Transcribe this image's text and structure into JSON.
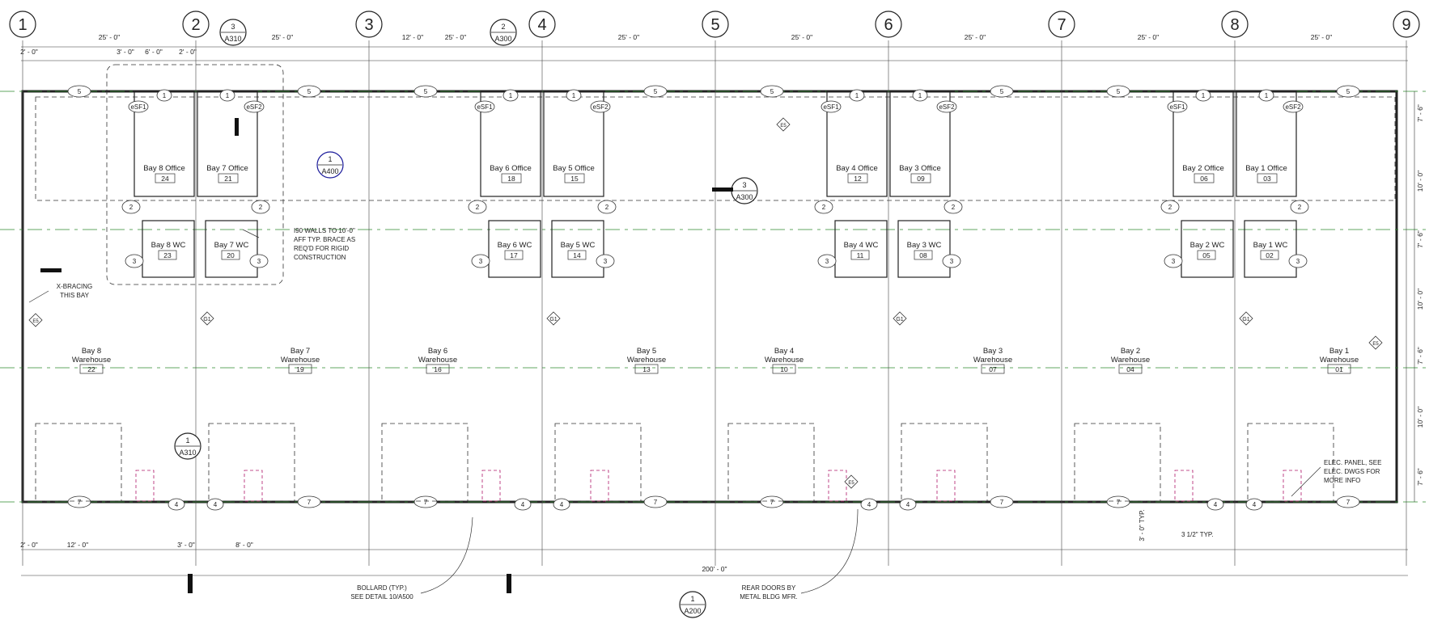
{
  "grid_columns": [
    "1",
    "2",
    "3",
    "4",
    "5",
    "6",
    "7",
    "8",
    "9"
  ],
  "section_refs": [
    {
      "num": "3",
      "sheet": "A310"
    },
    {
      "num": "2",
      "sheet": "A300"
    },
    {
      "num": "1",
      "sheet": "A400"
    },
    {
      "num": "3",
      "sheet": "A300"
    },
    {
      "num": "1",
      "sheet": "A310"
    },
    {
      "num": "1",
      "sheet": "A200"
    }
  ],
  "top_dims": [
    "2' - 0\"",
    "25' - 0\"",
    "12' - 0\"",
    "3' - 0\"",
    "6' - 0\"",
    "2' - 0\""
  ],
  "bottom_dims": [
    "2' - 0\"",
    "12' - 0\"",
    "8' - 0\"",
    "3' - 0\"",
    "200' - 0\""
  ],
  "right_dims": [
    "7' - 6\"",
    "10' - 0\"",
    "7' - 6\"",
    "10' - 0\"",
    "7' - 6\"",
    "10' - 0\"",
    "7' - 6\""
  ],
  "bays": [
    {
      "office": "Bay 8 Office",
      "office_num": "24",
      "wc": "Bay 8 WC",
      "wc_num": "23",
      "warehouse": "Bay 8 Warehouse",
      "wh_num": "22"
    },
    {
      "office": "Bay 7 Office",
      "office_num": "21",
      "wc": "Bay 7 WC",
      "wc_num": "20",
      "warehouse": "Bay 7 Warehouse",
      "wh_num": "19"
    },
    {
      "office": "Bay 6 Office",
      "office_num": "18",
      "wc": "Bay 6 WC",
      "wc_num": "17",
      "warehouse": "Bay 6 Warehouse",
      "wh_num": "16"
    },
    {
      "office": "Bay 5 Office",
      "office_num": "15",
      "wc": "Bay 5 WC",
      "wc_num": "14",
      "warehouse": "Bay 5 Warehouse",
      "wh_num": "13"
    },
    {
      "office": "Bay 4 Office",
      "office_num": "12",
      "wc": "Bay 4 WC",
      "wc_num": "11",
      "warehouse": "Bay 4 Warehouse",
      "wh_num": "10"
    },
    {
      "office": "Bay 3 Office",
      "office_num": "09",
      "wc": "Bay 3 WC",
      "wc_num": "08",
      "warehouse": "Bay 3 Warehouse",
      "wh_num": "07"
    },
    {
      "office": "Bay 2 Office",
      "office_num": "06",
      "wc": "Bay 2 WC",
      "wc_num": "05",
      "warehouse": "Bay 2 Warehouse",
      "wh_num": "04"
    },
    {
      "office": "Bay 1 Office",
      "office_num": "03",
      "wc": "Bay 1 WC",
      "wc_num": "02",
      "warehouse": "Bay 1 Warehouse",
      "wh_num": "01"
    }
  ],
  "tags": {
    "window": "5",
    "door_front": "1",
    "door_office": "2",
    "door_wc": "3",
    "door_rear": "4",
    "overhead": "7",
    "partition": "G1",
    "sf1": "eSF1",
    "sf2": "eSF2",
    "e5": "E5"
  },
  "notes": {
    "walls": [
      "I90 WALLS TO 10'-0\"",
      "AFF TYP. BRACE AS",
      "REQ'D FOR RIGID",
      "CONSTRUCTION"
    ],
    "xbracing": [
      "X-BRACING",
      "THIS BAY"
    ],
    "elec": [
      "ELEC. PANEL, SEE",
      "ELEC. DWGS FOR",
      "MORE INFO"
    ],
    "bollard": [
      "BOLLARD (TYP.)",
      "SEE DETAIL 10/A500"
    ],
    "reardoors": [
      "REAR DOORS BY",
      "METAL BLDG MFR."
    ],
    "typ": "3' - 0\" TYP.",
    "typ2": "3 1/2\" TYP."
  }
}
